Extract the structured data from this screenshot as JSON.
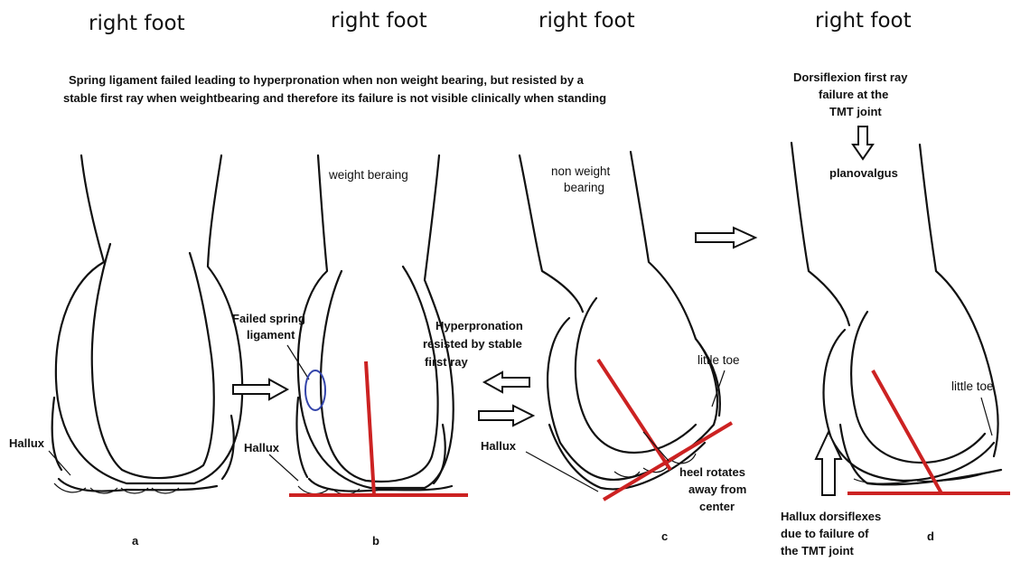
{
  "titles": [
    "right foot",
    "right foot",
    "right foot",
    "right foot"
  ],
  "caption": {
    "line1": "Spring ligament failed leading to hyperpronation when non weight bearing, but resisted by a",
    "line2": "stable first ray when weightbearing and therefore its failure is not visible clinically when standing"
  },
  "panel_a": {
    "hallux": "Hallux",
    "letter": "a"
  },
  "panel_b": {
    "weight": "weight beraing",
    "failed_line1": "Failed spring",
    "failed_line2": "ligament",
    "hallux": "Hallux",
    "letter": "b"
  },
  "hyperpronation": {
    "line1": "Hyperpronation",
    "line2": "resisted by stable",
    "line3": "first ray"
  },
  "panel_c": {
    "nonweight_line1": "non  weight",
    "nonweight_line2": "bearing",
    "little_toe": "little toe",
    "hallux": "Hallux",
    "heel_line1": "heel rotates",
    "heel_line2": "away from",
    "heel_line3": "center",
    "letter": "c"
  },
  "panel_d": {
    "dorsi_line1": "Dorsiflexion first ray",
    "dorsi_line2": "failure at the",
    "dorsi_line3": "TMT joint",
    "planovalgus": "planovalgus",
    "little_toe": "little toe",
    "hallux_line1": "Hallux dorsiflexes",
    "hallux_line2": "due to failure of",
    "hallux_line3": "the TMT joint",
    "letter": "d"
  },
  "colors": {
    "alignment_line": "#cc2222",
    "ligament_circle": "#3344aa",
    "ink": "#111111"
  }
}
